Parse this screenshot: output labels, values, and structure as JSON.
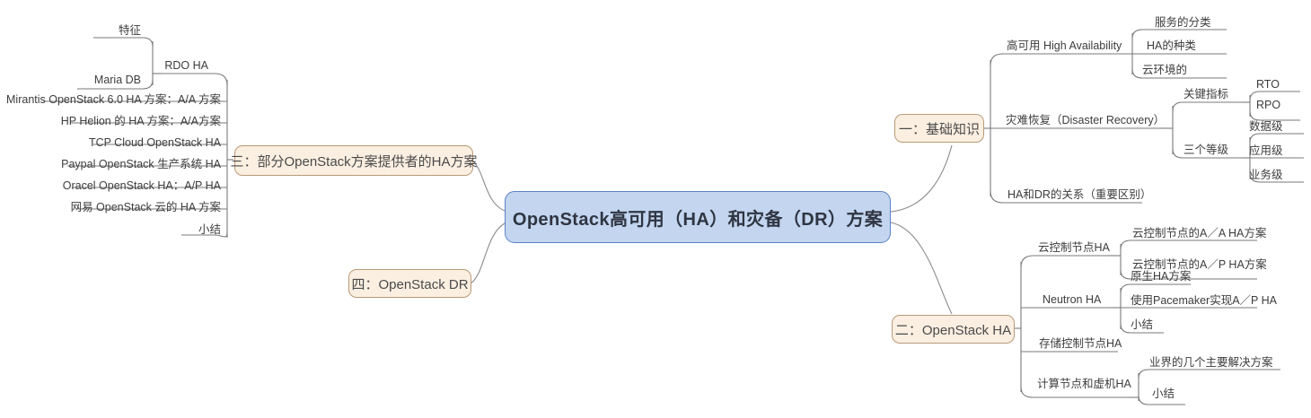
{
  "diagram": {
    "type": "mind-map",
    "title": "OpenStack高可用（HA）和灾备（DR）方案",
    "colors": {
      "root_fill": "#c3d5ef",
      "root_border": "#5b83c4",
      "chapter_fill": "#fbefe1",
      "chapter_border": "#b99a78",
      "wire": "#7a7a7a",
      "text": "#3d3d3d",
      "background": "#ffffff"
    }
  },
  "root": {
    "label": "OpenStack高可用（HA）和灾备（DR）方案"
  },
  "chapters": {
    "one": {
      "label": "一：基础知识"
    },
    "two": {
      "label": "二：OpenStack HA"
    },
    "three": {
      "label": "三：部分OpenStack方案提供者的HA方案"
    },
    "four": {
      "label": "四：OpenStack DR"
    }
  },
  "branch_one": {
    "high_availability": {
      "label": "高可用 High Availability"
    },
    "ha_children": [
      {
        "label": "服务的分类"
      },
      {
        "label": "HA的种类"
      },
      {
        "label": "云环境的"
      }
    ],
    "disaster_recovery": {
      "label": "灾难恢复（Disaster Recovery）"
    },
    "key_metrics": {
      "label": "关键指标"
    },
    "key_metrics_children": [
      {
        "label": "RTO"
      },
      {
        "label": "RPO"
      }
    ],
    "three_levels": {
      "label": "三个等级"
    },
    "three_levels_children": [
      {
        "label": "数据级"
      },
      {
        "label": "应用级"
      },
      {
        "label": "业务级"
      }
    ],
    "relation": {
      "label": "HA和DR的关系（重要区别）"
    }
  },
  "branch_two": {
    "cloud_control": {
      "label": "云控制节点HA"
    },
    "cloud_control_children": [
      {
        "label": "云控制节点的A／A HA方案"
      },
      {
        "label": "云控制节点的A／P HA方案"
      }
    ],
    "neutron": {
      "label": "Neutron HA"
    },
    "neutron_children": [
      {
        "label": "原生HA方案"
      },
      {
        "label": "使用Pacemaker实现A／P HA"
      },
      {
        "label": "小结"
      }
    ],
    "storage_control": {
      "label": "存储控制节点HA"
    },
    "compute": {
      "label": "计算节点和虚机HA"
    },
    "compute_children": [
      {
        "label": "业界的几个主要解决方案"
      },
      {
        "label": "小结"
      }
    ]
  },
  "branch_three": {
    "rdo": {
      "label": "RDO HA"
    },
    "rdo_children": [
      {
        "label": "特征"
      },
      {
        "label": "Maria DB"
      }
    ],
    "items": [
      {
        "label": "Mirantis OpenStack 6.0 HA 方案：A/A 方案"
      },
      {
        "label": "HP Helion 的 HA 方案：A/A方案"
      },
      {
        "label": "TCP Cloud OpenStack HA"
      },
      {
        "label": "Paypal OpenStack 生产系统 HA"
      },
      {
        "label": "Oracel OpenStack HA：A/P HA"
      },
      {
        "label": "网易 OpenStack 云的 HA 方案"
      },
      {
        "label": "小结"
      }
    ]
  }
}
